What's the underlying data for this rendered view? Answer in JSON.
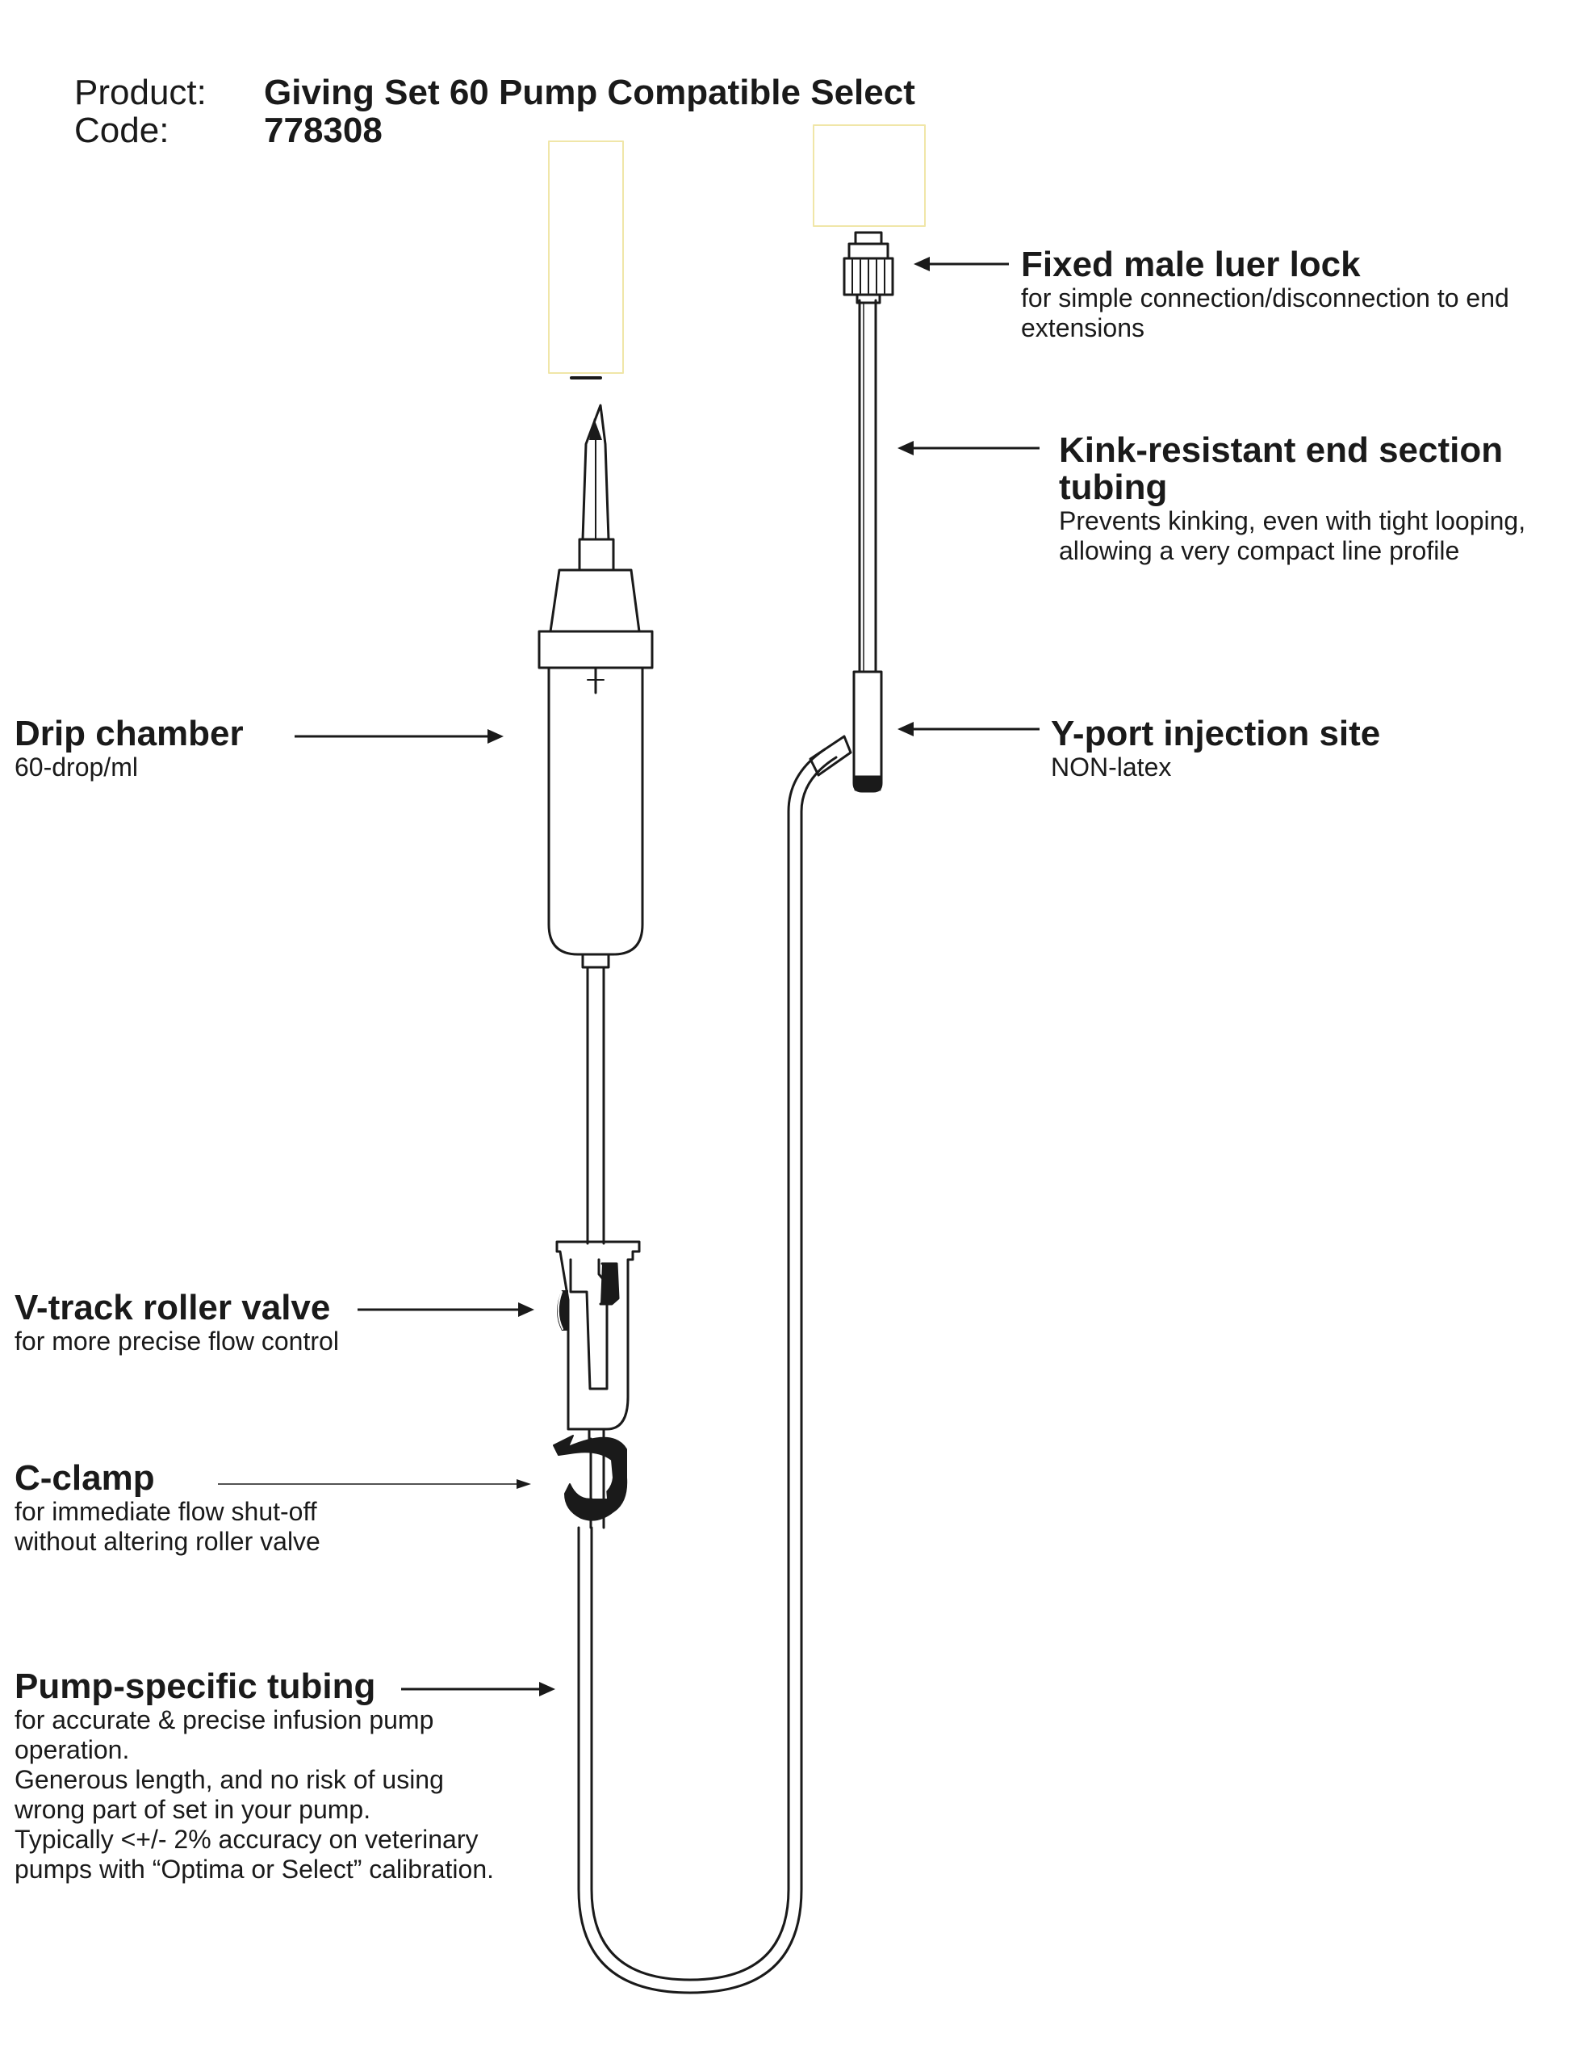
{
  "header": {
    "product_label": "Product:",
    "product_value": "Giving Set 60 Pump Compatible Select",
    "code_label": "Code:",
    "code_value": "778308"
  },
  "callouts": {
    "luer_lock": {
      "title": "Fixed male luer lock",
      "desc": [
        "for simple connection/disconnection to end",
        "extensions"
      ]
    },
    "kink_tubing": {
      "title_lines": [
        "Kink-resistant end section",
        "tubing"
      ],
      "desc": [
        "Prevents kinking, even with tight looping,",
        "allowing a very compact line profile"
      ]
    },
    "drip_chamber": {
      "title": "Drip chamber",
      "desc": [
        "60-drop/ml"
      ]
    },
    "y_port": {
      "title": "Y-port injection site",
      "desc": [
        "NON-latex"
      ]
    },
    "roller_valve": {
      "title": "V-track roller valve",
      "desc": [
        "for more precise flow control"
      ]
    },
    "c_clamp": {
      "title": "C-clamp",
      "desc": [
        "for immediate flow shut-off",
        "without altering roller valve"
      ]
    },
    "pump_tubing": {
      "title": "Pump-specific tubing",
      "desc": [
        "for accurate & precise infusion pump",
        "operation.",
        "Generous length, and no risk of using",
        "wrong part of set in your pump.",
        "Typically <+/- 2% accuracy on veterinary",
        "pumps with “Optima or Select” calibration."
      ]
    }
  },
  "colors": {
    "line": "#1a1a1a",
    "cap_outline": "#f0e6a8"
  }
}
